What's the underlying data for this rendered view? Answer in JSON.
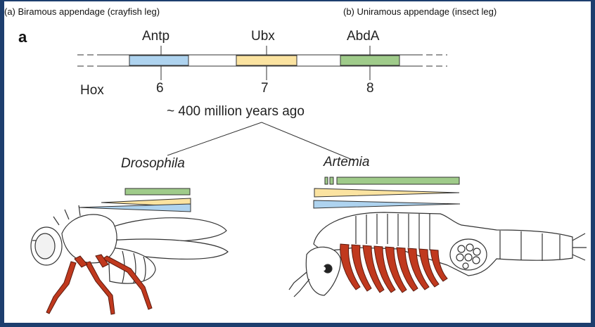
{
  "captions": {
    "left": "(a) Biramous appendage (crayfish leg)",
    "right": "(b) Uniramous appendage (insect leg)"
  },
  "panel_label": "a",
  "hox": {
    "row_label": "Hox",
    "genes": [
      {
        "name": "Antp",
        "number": "6",
        "color": "#aed3ef"
      },
      {
        "name": "Ubx",
        "number": "7",
        "color": "#fbe3a0"
      },
      {
        "name": "AbdA",
        "number": "8",
        "color": "#9fcb8a"
      }
    ]
  },
  "divergence": "~ 400 million years ago",
  "taxa": {
    "left": "Drosophila",
    "right": "Artemia"
  },
  "colors": {
    "appendage": "#c0391e",
    "frame": "#1d3e6e",
    "outline": "#333333"
  }
}
